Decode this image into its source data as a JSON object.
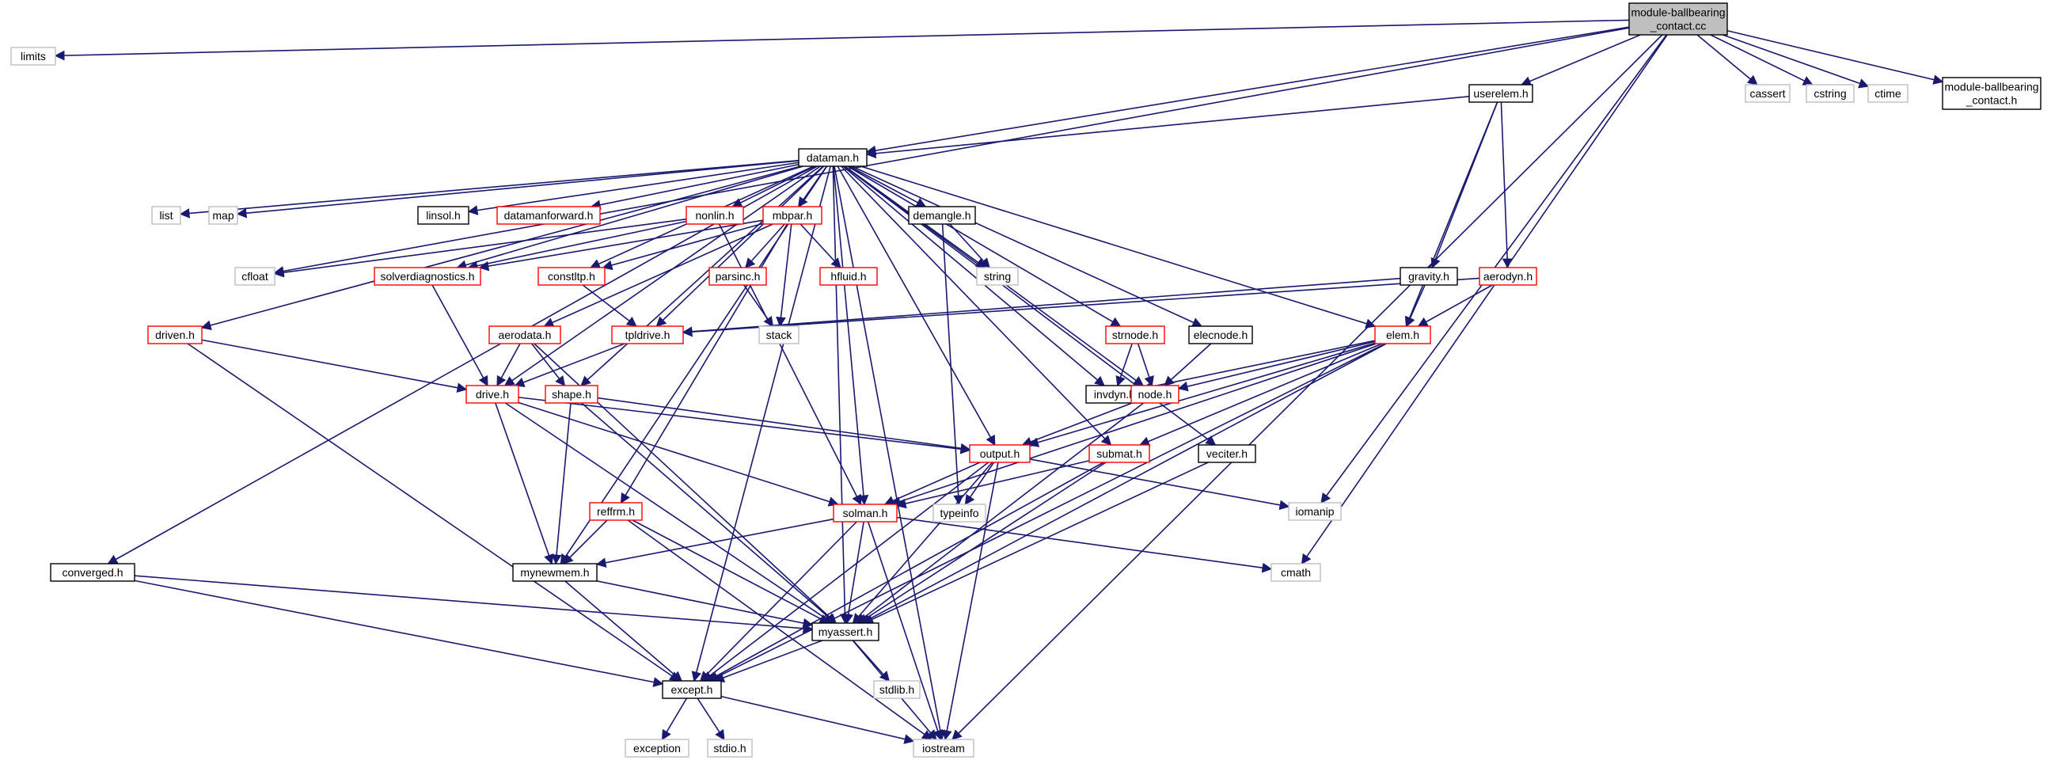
{
  "colors": {
    "edge": "#191970",
    "root_fill": "#bfbfbf",
    "black_border": "#000000",
    "red_border": "#ff0000",
    "grey_border": "#bfbfbf",
    "grey_text": "#7f7f7f",
    "text": "#000000"
  },
  "nodes": [
    {
      "id": "root",
      "lines": [
        "module-ballbearing",
        "_contact.cc"
      ],
      "style": "root"
    },
    {
      "id": "limits",
      "lines": [
        "limits"
      ],
      "style": "grey"
    },
    {
      "id": "userelem",
      "lines": [
        "userelem.h"
      ],
      "style": "black"
    },
    {
      "id": "cassert",
      "lines": [
        "cassert"
      ],
      "style": "grey"
    },
    {
      "id": "cstring",
      "lines": [
        "cstring"
      ],
      "style": "grey"
    },
    {
      "id": "ctime",
      "lines": [
        "ctime"
      ],
      "style": "grey"
    },
    {
      "id": "modh",
      "lines": [
        "module-ballbearing",
        "_contact.h"
      ],
      "style": "black"
    },
    {
      "id": "dataman",
      "lines": [
        "dataman.h"
      ],
      "style": "black"
    },
    {
      "id": "list",
      "lines": [
        "list"
      ],
      "style": "grey"
    },
    {
      "id": "map",
      "lines": [
        "map"
      ],
      "style": "grey"
    },
    {
      "id": "linsol",
      "lines": [
        "linsol.h"
      ],
      "style": "black"
    },
    {
      "id": "datamanfwd",
      "lines": [
        "datamanforward.h"
      ],
      "style": "red"
    },
    {
      "id": "nonlin",
      "lines": [
        "nonlin.h"
      ],
      "style": "red"
    },
    {
      "id": "mbpar",
      "lines": [
        "mbpar.h"
      ],
      "style": "red"
    },
    {
      "id": "demangle",
      "lines": [
        "demangle.h"
      ],
      "style": "black"
    },
    {
      "id": "cfloat",
      "lines": [
        "cfloat"
      ],
      "style": "grey"
    },
    {
      "id": "solverdiag",
      "lines": [
        "solverdiagnostics.h"
      ],
      "style": "red"
    },
    {
      "id": "constltp",
      "lines": [
        "constltp.h"
      ],
      "style": "red"
    },
    {
      "id": "parsinc",
      "lines": [
        "parsinc.h"
      ],
      "style": "red"
    },
    {
      "id": "hfluid",
      "lines": [
        "hfluid.h"
      ],
      "style": "red"
    },
    {
      "id": "string",
      "lines": [
        "string"
      ],
      "style": "grey"
    },
    {
      "id": "gravity",
      "lines": [
        "gravity.h"
      ],
      "style": "black"
    },
    {
      "id": "aerodyn",
      "lines": [
        "aerodyn.h"
      ],
      "style": "red"
    },
    {
      "id": "driven",
      "lines": [
        "driven.h"
      ],
      "style": "red"
    },
    {
      "id": "aerodata",
      "lines": [
        "aerodata.h"
      ],
      "style": "red"
    },
    {
      "id": "tpldrive",
      "lines": [
        "tpldrive.h"
      ],
      "style": "red"
    },
    {
      "id": "stack",
      "lines": [
        "stack"
      ],
      "style": "grey"
    },
    {
      "id": "strnode",
      "lines": [
        "strnode.h"
      ],
      "style": "red"
    },
    {
      "id": "elecnode",
      "lines": [
        "elecnode.h"
      ],
      "style": "black"
    },
    {
      "id": "elem",
      "lines": [
        "elem.h"
      ],
      "style": "red"
    },
    {
      "id": "drive",
      "lines": [
        "drive.h"
      ],
      "style": "red"
    },
    {
      "id": "shape",
      "lines": [
        "shape.h"
      ],
      "style": "red"
    },
    {
      "id": "invdyn",
      "lines": [
        "invdyn.h"
      ],
      "style": "black"
    },
    {
      "id": "node",
      "lines": [
        "node.h"
      ],
      "style": "red"
    },
    {
      "id": "output",
      "lines": [
        "output.h"
      ],
      "style": "red"
    },
    {
      "id": "submat",
      "lines": [
        "submat.h"
      ],
      "style": "red"
    },
    {
      "id": "veciter",
      "lines": [
        "veciter.h"
      ],
      "style": "black"
    },
    {
      "id": "reffrm",
      "lines": [
        "reffrm.h"
      ],
      "style": "red"
    },
    {
      "id": "solman",
      "lines": [
        "solman.h"
      ],
      "style": "red"
    },
    {
      "id": "typeinfo",
      "lines": [
        "typeinfo"
      ],
      "style": "grey"
    },
    {
      "id": "iomanip",
      "lines": [
        "iomanip"
      ],
      "style": "grey"
    },
    {
      "id": "converged",
      "lines": [
        "converged.h"
      ],
      "style": "black"
    },
    {
      "id": "mynewmem",
      "lines": [
        "mynewmem.h"
      ],
      "style": "black"
    },
    {
      "id": "cmath",
      "lines": [
        "cmath"
      ],
      "style": "grey"
    },
    {
      "id": "myassert",
      "lines": [
        "myassert.h"
      ],
      "style": "black"
    },
    {
      "id": "except",
      "lines": [
        "except.h"
      ],
      "style": "black"
    },
    {
      "id": "stdlib",
      "lines": [
        "stdlib.h"
      ],
      "style": "grey"
    },
    {
      "id": "exception",
      "lines": [
        "exception"
      ],
      "style": "grey"
    },
    {
      "id": "stdio",
      "lines": [
        "stdio.h"
      ],
      "style": "grey"
    },
    {
      "id": "iostream",
      "lines": [
        "iostream"
      ],
      "style": "grey"
    }
  ],
  "edges": [
    [
      "root",
      "limits"
    ],
    [
      "root",
      "cfloat"
    ],
    [
      "root",
      "dataman"
    ],
    [
      "root",
      "userelem"
    ],
    [
      "root",
      "iomanip"
    ],
    [
      "root",
      "cmath"
    ],
    [
      "root",
      "iostream"
    ],
    [
      "root",
      "cassert"
    ],
    [
      "root",
      "cstring"
    ],
    [
      "root",
      "ctime"
    ],
    [
      "root",
      "modh"
    ],
    [
      "userelem",
      "dataman"
    ],
    [
      "userelem",
      "gravity"
    ],
    [
      "userelem",
      "aerodyn"
    ],
    [
      "userelem",
      "elem"
    ],
    [
      "dataman",
      "list"
    ],
    [
      "dataman",
      "map"
    ],
    [
      "dataman",
      "linsol"
    ],
    [
      "dataman",
      "datamanfwd"
    ],
    [
      "dataman",
      "nonlin"
    ],
    [
      "dataman",
      "mbpar"
    ],
    [
      "dataman",
      "demangle"
    ],
    [
      "dataman",
      "string"
    ],
    [
      "dataman",
      "strnode"
    ],
    [
      "dataman",
      "elecnode"
    ],
    [
      "dataman",
      "elem"
    ],
    [
      "dataman",
      "invdyn"
    ],
    [
      "dataman",
      "node"
    ],
    [
      "dataman",
      "output"
    ],
    [
      "dataman",
      "submat"
    ],
    [
      "dataman",
      "veciter"
    ],
    [
      "dataman",
      "solman"
    ],
    [
      "dataman",
      "myassert"
    ],
    [
      "dataman",
      "iostream"
    ],
    [
      "dataman",
      "converged"
    ],
    [
      "dataman",
      "driven"
    ],
    [
      "dataman",
      "except"
    ],
    [
      "dataman",
      "drive"
    ],
    [
      "dataman",
      "shape"
    ],
    [
      "dataman",
      "solverdiag"
    ],
    [
      "dataman",
      "tpldrive"
    ],
    [
      "dataman",
      "constltp"
    ],
    [
      "dataman",
      "mynewmem"
    ],
    [
      "nonlin",
      "cfloat"
    ],
    [
      "nonlin",
      "solverdiag"
    ],
    [
      "nonlin",
      "solman"
    ],
    [
      "mbpar",
      "parsinc"
    ],
    [
      "mbpar",
      "hfluid"
    ],
    [
      "mbpar",
      "stack"
    ],
    [
      "mbpar",
      "constltp"
    ],
    [
      "mbpar",
      "aerodata"
    ],
    [
      "mbpar",
      "reffrm"
    ],
    [
      "mbpar",
      "solverdiag"
    ],
    [
      "demangle",
      "string"
    ],
    [
      "demangle",
      "typeinfo"
    ],
    [
      "constltp",
      "tpldrive"
    ],
    [
      "parsinc",
      "stack"
    ],
    [
      "solverdiag",
      "drive"
    ],
    [
      "gravity",
      "elem"
    ],
    [
      "gravity",
      "tpldrive"
    ],
    [
      "aerodyn",
      "elem"
    ],
    [
      "aerodyn",
      "tpldrive"
    ],
    [
      "driven",
      "drive"
    ],
    [
      "driven",
      "except"
    ],
    [
      "aerodata",
      "drive"
    ],
    [
      "aerodata",
      "shape"
    ],
    [
      "aerodata",
      "myassert"
    ],
    [
      "tpldrive",
      "drive"
    ],
    [
      "strnode",
      "invdyn"
    ],
    [
      "strnode",
      "node"
    ],
    [
      "elecnode",
      "node"
    ],
    [
      "elem",
      "invdyn"
    ],
    [
      "elem",
      "node"
    ],
    [
      "elem",
      "output"
    ],
    [
      "elem",
      "submat"
    ],
    [
      "elem",
      "solman"
    ],
    [
      "elem",
      "myassert"
    ],
    [
      "elem",
      "except"
    ],
    [
      "drive",
      "output"
    ],
    [
      "drive",
      "solman"
    ],
    [
      "drive",
      "mynewmem"
    ],
    [
      "drive",
      "myassert"
    ],
    [
      "shape",
      "output"
    ],
    [
      "shape",
      "mynewmem"
    ],
    [
      "shape",
      "myassert"
    ],
    [
      "node",
      "output"
    ],
    [
      "node",
      "myassert"
    ],
    [
      "output",
      "solman"
    ],
    [
      "output",
      "typeinfo"
    ],
    [
      "output",
      "iomanip"
    ],
    [
      "output",
      "myassert"
    ],
    [
      "output",
      "except"
    ],
    [
      "output",
      "iostream"
    ],
    [
      "submat",
      "solman"
    ],
    [
      "submat",
      "myassert"
    ],
    [
      "submat",
      "except"
    ],
    [
      "veciter",
      "myassert"
    ],
    [
      "reffrm",
      "mynewmem"
    ],
    [
      "reffrm",
      "myassert"
    ],
    [
      "reffrm",
      "iostream"
    ],
    [
      "solman",
      "mynewmem"
    ],
    [
      "solman",
      "cmath"
    ],
    [
      "solman",
      "myassert"
    ],
    [
      "solman",
      "except"
    ],
    [
      "solman",
      "iostream"
    ],
    [
      "converged",
      "myassert"
    ],
    [
      "converged",
      "except"
    ],
    [
      "mynewmem",
      "myassert"
    ],
    [
      "mynewmem",
      "except"
    ],
    [
      "myassert",
      "except"
    ],
    [
      "myassert",
      "stdlib"
    ],
    [
      "myassert",
      "iostream"
    ],
    [
      "except",
      "exception"
    ],
    [
      "except",
      "stdio"
    ],
    [
      "except",
      "iostream"
    ]
  ]
}
